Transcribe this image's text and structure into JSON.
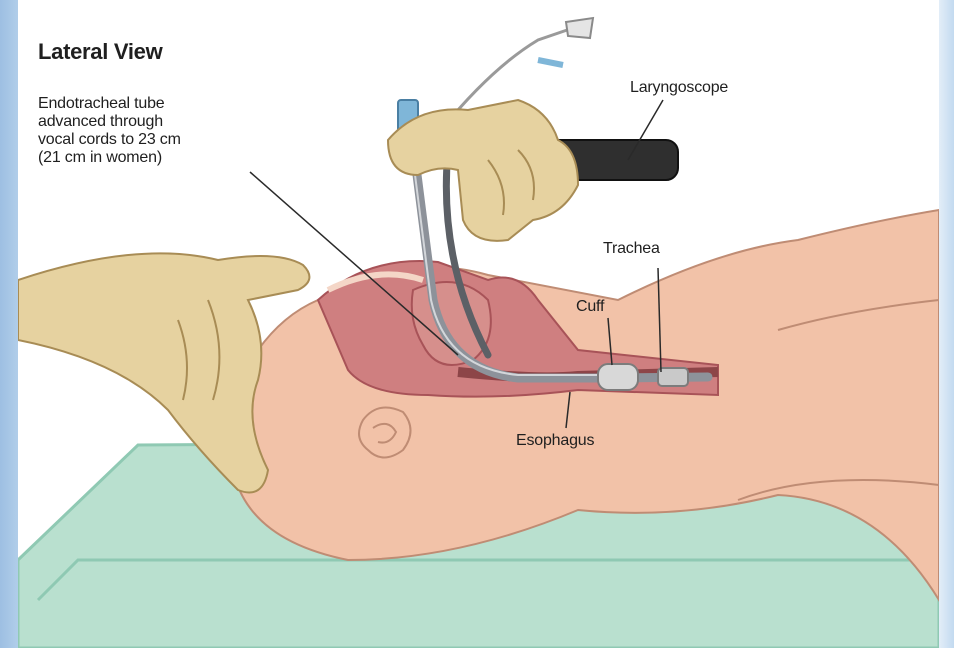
{
  "title": "Lateral View",
  "labels": {
    "endotracheal_line1": "Endotracheal tube",
    "endotracheal_line2": "advanced through",
    "endotracheal_line3": "vocal cords to 23 cm",
    "endotracheal_line4": "(21 cm in women)",
    "laryngoscope": "Laryngoscope",
    "trachea": "Trachea",
    "cuff": "Cuff",
    "esophagus": "Esophagus"
  },
  "colors": {
    "skin": "#f2c2a8",
    "skin_shadow": "#e3a38a",
    "tissue": "#cf7f80",
    "tissue_dark": "#a85358",
    "glove": "#e6d2a0",
    "glove_shadow": "#c9b07a",
    "table": "#b9e0cf",
    "table_edge": "#8fc9b3",
    "tube": "#8d929a",
    "handle": "#2f2f2f"
  }
}
